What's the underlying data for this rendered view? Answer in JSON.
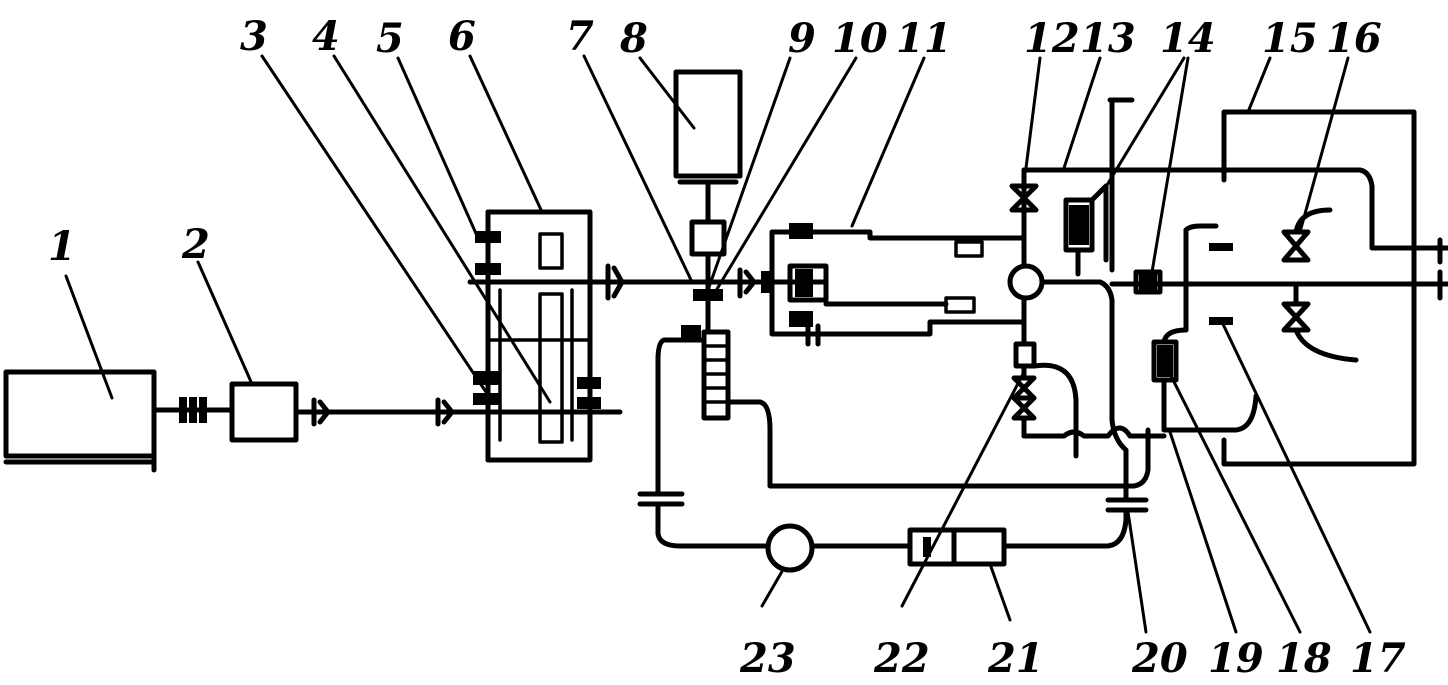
{
  "labels": {
    "n1": "1",
    "n2": "2",
    "n3": "3",
    "n4": "4",
    "n5": "5",
    "n6": "6",
    "n7": "7",
    "n8": "8",
    "n9": "9",
    "n10": "10",
    "n11": "11",
    "n12": "12",
    "n13": "13",
    "n14": "14",
    "n15": "15",
    "n16": "16",
    "n17": "17",
    "n18": "18",
    "n19": "19",
    "n20": "20",
    "n21": "21",
    "n22": "22",
    "n23": "23"
  }
}
